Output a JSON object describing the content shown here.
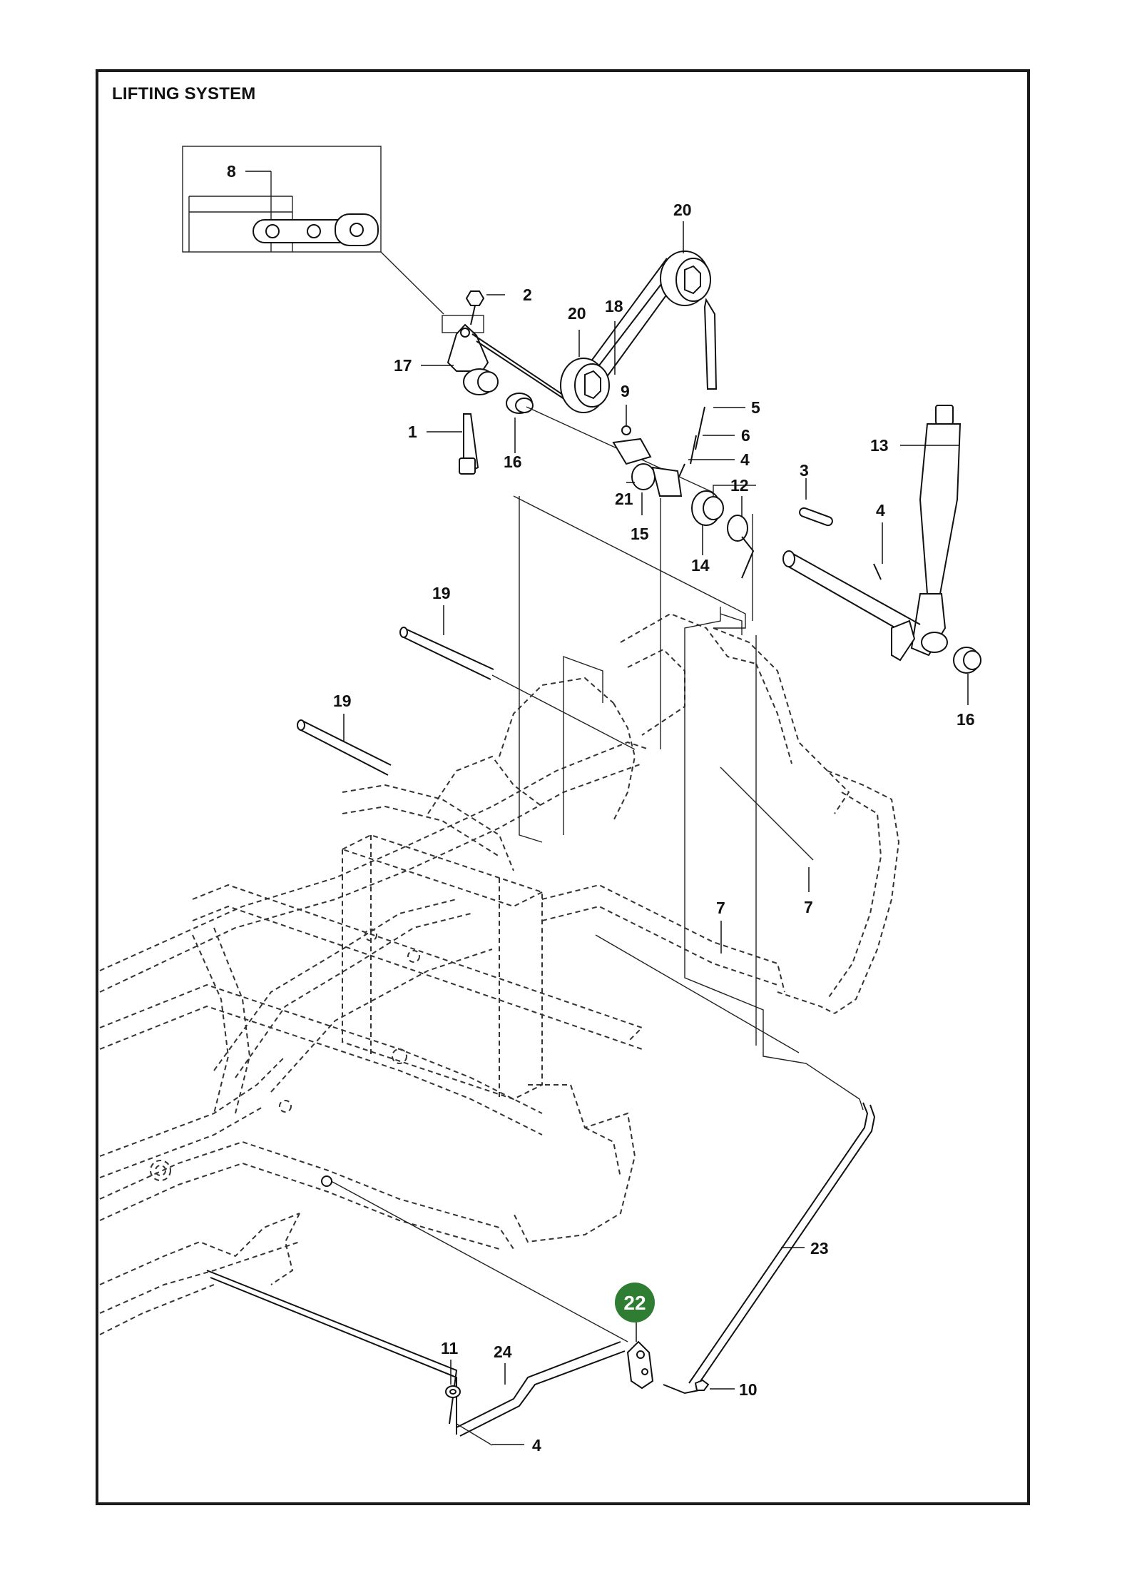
{
  "title": "LIFTING SYSTEM",
  "highlight_color": "#2e7d32",
  "callouts": [
    {
      "id": "c8",
      "label": "8"
    },
    {
      "id": "c20a",
      "label": "20"
    },
    {
      "id": "c2",
      "label": "2"
    },
    {
      "id": "c18",
      "label": "18"
    },
    {
      "id": "c20b",
      "label": "20"
    },
    {
      "id": "c17",
      "label": "17"
    },
    {
      "id": "c9",
      "label": "9"
    },
    {
      "id": "c5",
      "label": "5"
    },
    {
      "id": "c1",
      "label": "1"
    },
    {
      "id": "c16a",
      "label": "16"
    },
    {
      "id": "c6",
      "label": "6"
    },
    {
      "id": "c4a",
      "label": "4"
    },
    {
      "id": "c13",
      "label": "13"
    },
    {
      "id": "c21",
      "label": "21"
    },
    {
      "id": "c3",
      "label": "3"
    },
    {
      "id": "c12",
      "label": "12"
    },
    {
      "id": "c15",
      "label": "15"
    },
    {
      "id": "c4b",
      "label": "4"
    },
    {
      "id": "c14",
      "label": "14"
    },
    {
      "id": "c19a",
      "label": "19"
    },
    {
      "id": "c16b",
      "label": "16"
    },
    {
      "id": "c19b",
      "label": "19"
    },
    {
      "id": "c7a",
      "label": "7"
    },
    {
      "id": "c7b",
      "label": "7"
    },
    {
      "id": "c23",
      "label": "23"
    },
    {
      "id": "c11",
      "label": "11"
    },
    {
      "id": "c24",
      "label": "24"
    },
    {
      "id": "c10",
      "label": "10"
    },
    {
      "id": "c4c",
      "label": "4"
    }
  ],
  "highlight": {
    "label": "22"
  }
}
